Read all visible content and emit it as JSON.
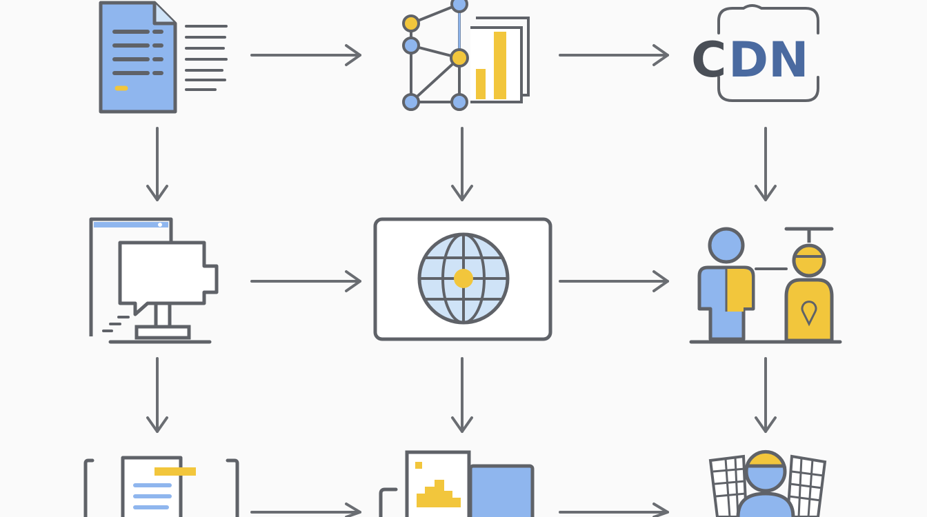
{
  "colors": {
    "stroke": "#5f6268",
    "blue": "#8fb6ee",
    "light_blue": "#cfe3f7",
    "yellow": "#f2c63c",
    "cdn_dark": "#4a4f57",
    "cdn_blue": "#4a6aa0",
    "background": "#fafafa"
  },
  "nodes": {
    "document": {
      "icon": "document-icon"
    },
    "network_chart": {
      "icon": "network-chart-icon"
    },
    "cdn": {
      "icon": "cdn-cloud-icon",
      "label_c": "C",
      "label_d": "D",
      "label_n": "N"
    },
    "monitor_chat": {
      "icon": "monitor-chat-icon"
    },
    "globe_screen": {
      "icon": "globe-screen-icon"
    },
    "users": {
      "icon": "users-icon"
    },
    "doc_list": {
      "icon": "document-list-icon"
    },
    "image_files": {
      "icon": "image-files-icon"
    },
    "user_grid": {
      "icon": "user-grid-icon"
    }
  },
  "edges": [
    {
      "from": "document",
      "to": "network_chart",
      "direction": "right"
    },
    {
      "from": "network_chart",
      "to": "cdn",
      "direction": "right"
    },
    {
      "from": "document",
      "to": "monitor_chat",
      "direction": "down"
    },
    {
      "from": "network_chart",
      "to": "globe_screen",
      "direction": "down"
    },
    {
      "from": "cdn",
      "to": "users",
      "direction": "down"
    },
    {
      "from": "monitor_chat",
      "to": "globe_screen",
      "direction": "right"
    },
    {
      "from": "globe_screen",
      "to": "users",
      "direction": "right"
    },
    {
      "from": "monitor_chat",
      "to": "doc_list",
      "direction": "down"
    },
    {
      "from": "globe_screen",
      "to": "image_files",
      "direction": "down"
    },
    {
      "from": "users",
      "to": "user_grid",
      "direction": "down"
    },
    {
      "from": "doc_list",
      "to": "image_files",
      "direction": "right"
    },
    {
      "from": "image_files",
      "to": "user_grid",
      "direction": "right"
    }
  ]
}
